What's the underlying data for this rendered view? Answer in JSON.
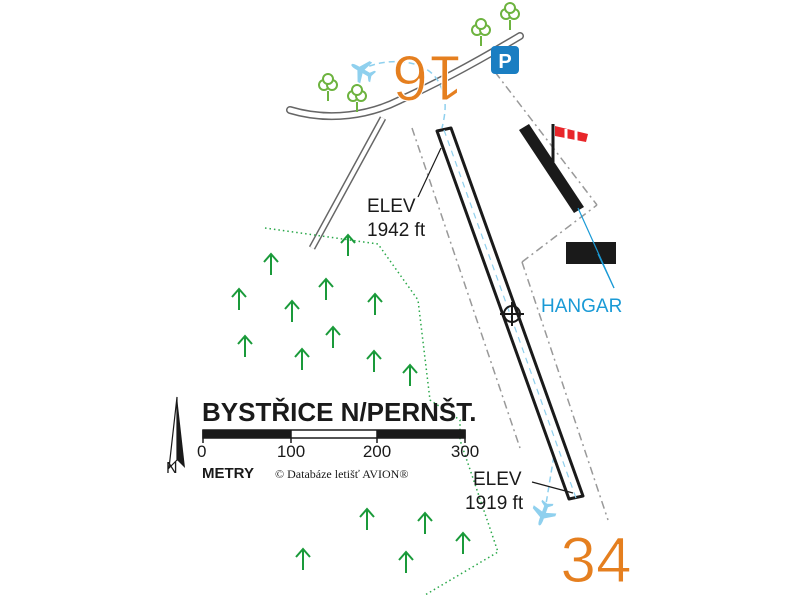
{
  "title": "BYSTŘICE N/PERNŠT.",
  "north": "N",
  "scale": {
    "ticks": [
      "0",
      "100",
      "200",
      "300"
    ],
    "unit": "METRY"
  },
  "copyright": "© Databáze letišť AVION®",
  "runway": {
    "north_designator": "16",
    "south_designator": "34",
    "north_elev_label": "ELEV",
    "north_elev_value": "1942 ft",
    "south_elev_label": "ELEV",
    "south_elev_value": "1919 ft"
  },
  "hangar_label": "HANGAR",
  "parking_label": "P",
  "colors": {
    "runway_number": "#e57f1f",
    "tree": "#6db33f",
    "forest_arrow": "#1a9a3a",
    "water_blue": "#8fd0ee",
    "hangar_blue": "#1a9ad6",
    "parking_blue": "#1a7ec2",
    "windsock": "#e8262a",
    "outline": "#1a1a1a"
  },
  "icons": {
    "aircraft": "plane-icon",
    "parking": "parking-icon",
    "windsock": "windsock-icon",
    "tree": "tree-icon",
    "forest": "forest-arrow-icon",
    "arp": "crosshair-icon"
  }
}
